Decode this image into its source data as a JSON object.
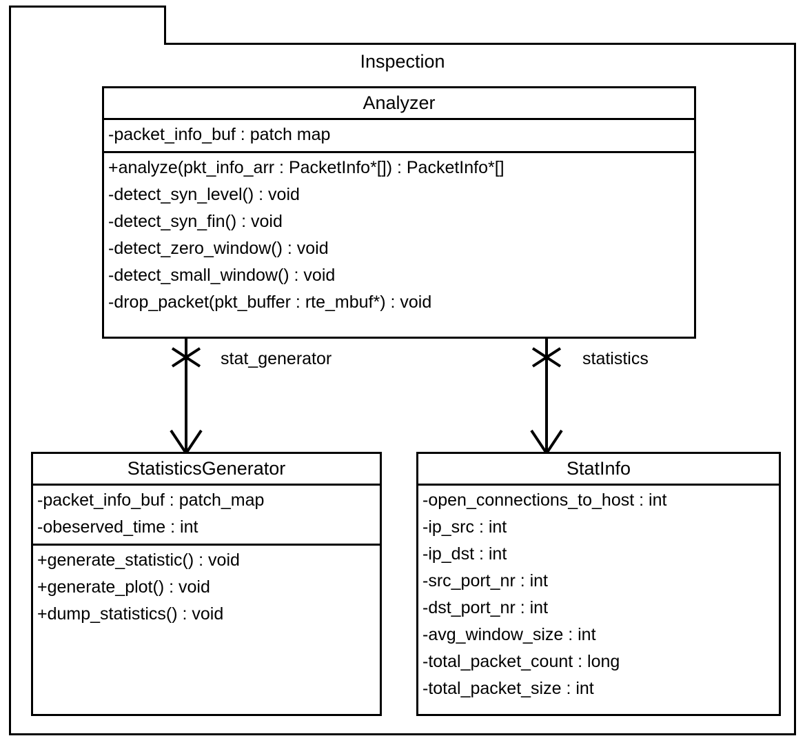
{
  "diagram": {
    "type": "uml-class-diagram",
    "package": {
      "name": "Inspection",
      "tab_label": ""
    },
    "classes": [
      {
        "id": "analyzer",
        "name": "Analyzer",
        "attributes": [
          "-packet_info_buf : patch map"
        ],
        "methods": [
          "+analyze(pkt_info_arr : PacketInfo*[]) : PacketInfo*[]",
          "-detect_syn_level() : void",
          "-detect_syn_fin() : void",
          "-detect_zero_window() : void",
          "-detect_small_window() : void",
          "-drop_packet(pkt_buffer : rte_mbuf*) : void"
        ]
      },
      {
        "id": "statisticsgenerator",
        "name": "StatisticsGenerator",
        "attributes": [
          "-packet_info_buf : patch_map",
          "-obeserved_time : int"
        ],
        "methods": [
          "+generate_statistic() : void",
          "+generate_plot() : void",
          "+dump_statistics() : void"
        ]
      },
      {
        "id": "statinfo",
        "name": "StatInfo",
        "attributes": [
          "-open_connections_to_host : int",
          "-ip_src : int",
          "-ip_dst : int",
          "-src_port_nr : int",
          "-dst_port_nr : int",
          "-avg_window_size : int",
          "-total_packet_count : long",
          "-total_packet_size : int"
        ],
        "methods": []
      }
    ],
    "associations": [
      {
        "id": "stat-generator",
        "label": "stat_generator",
        "from": "Analyzer",
        "to": "StatisticsGenerator",
        "source_marker": "cross",
        "target_marker": "open-arrow"
      },
      {
        "id": "statistics",
        "label": "statistics",
        "from": "Analyzer",
        "to": "StatInfo",
        "source_marker": "cross",
        "target_marker": "open-arrow"
      }
    ],
    "colors": {
      "stroke": "#000000",
      "fill": "#ffffff",
      "text": "#000000"
    }
  }
}
